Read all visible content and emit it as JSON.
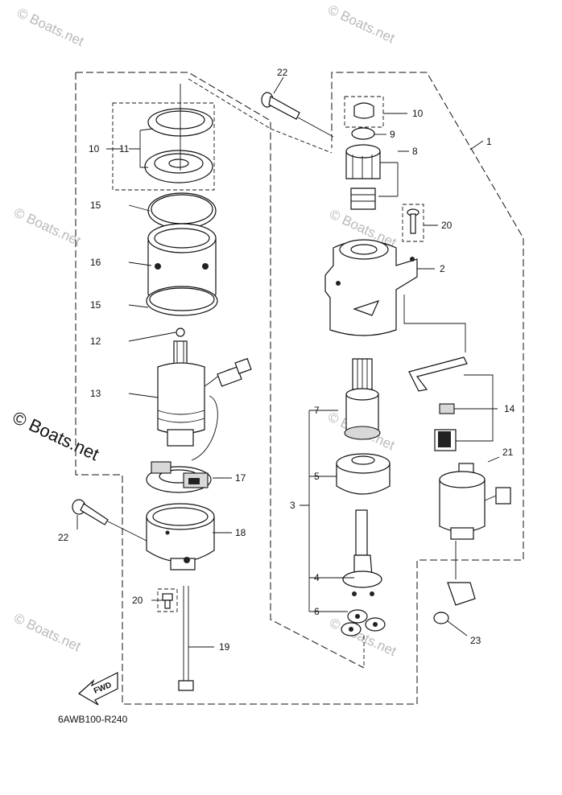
{
  "diagram": {
    "code": "6AWB100-R240",
    "fwd_label": "FWD",
    "watermark": "© Boats.net",
    "callouts": {
      "c1": "1",
      "c2": "2",
      "c3": "3",
      "c4": "4",
      "c5": "5",
      "c6": "6",
      "c7": "7",
      "c8": "8",
      "c9": "9",
      "c10a": "10",
      "c10b": "10",
      "c11": "11",
      "c12": "12",
      "c13": "13",
      "c14": "14",
      "c15a": "15",
      "c15b": "15",
      "c16": "16",
      "c17": "17",
      "c18": "18",
      "c19": "19",
      "c20a": "20",
      "c20b": "20",
      "c21": "21",
      "c22a": "22",
      "c22b": "22",
      "c23": "23"
    }
  }
}
